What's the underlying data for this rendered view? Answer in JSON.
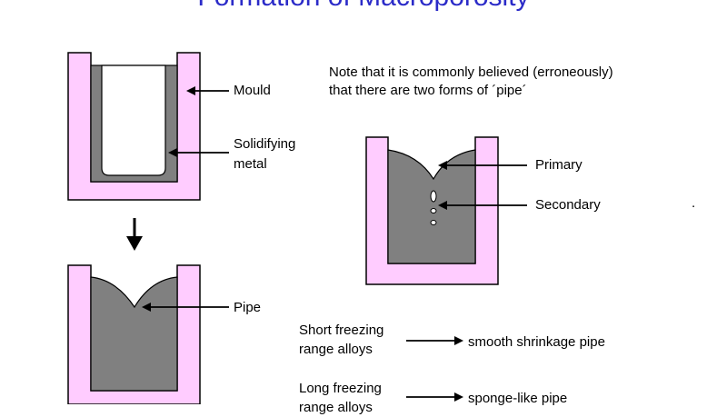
{
  "title": "Formation of Macroporosity",
  "note": {
    "line1": "Note that it is commonly believed (erroneously)",
    "line2": "that there are two forms of ´pipe´"
  },
  "labels": {
    "mould": "Mould",
    "solidifying_line1": "Solidifying",
    "solidifying_line2": "metal",
    "pipe": "Pipe",
    "primary": "Primary",
    "secondary": "Secondary",
    "short_line1": "Short freezing",
    "short_line2": "range alloys",
    "short_result": "smooth shrinkage pipe",
    "long_line1": "Long freezing",
    "long_line2": "range alloys",
    "long_result": "sponge-like pipe",
    "dot": "."
  },
  "colors": {
    "mould_fill": "#ffccff",
    "metal_fill": "#808080",
    "outline": "#000000",
    "title": "#2b2bc8"
  }
}
